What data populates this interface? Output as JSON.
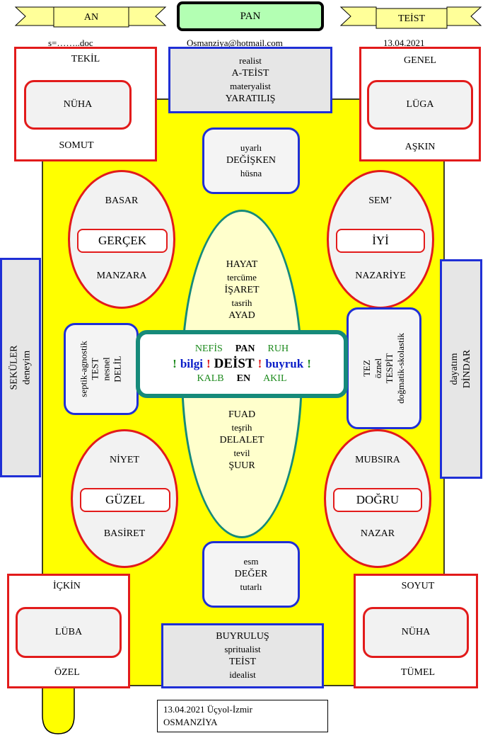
{
  "header": {
    "an": "AN",
    "pan": "PAN",
    "teist": "TEİST",
    "left_caption": "s=……..doc",
    "email": "Osmanziya@hotmail.com",
    "date": "13.04.2021"
  },
  "corners": {
    "top_left": {
      "top": "TEKİL",
      "center": "NÜHA",
      "bottom": "SOMUT"
    },
    "top_right": {
      "top": "GENEL",
      "center": "LÜGA",
      "bottom": "AŞKIN"
    },
    "bottom_left": {
      "top": "İÇKİN",
      "center": "LÜBA",
      "bottom": "ÖZEL"
    },
    "bottom_right": {
      "top": "SOYUT",
      "center": "NÜHA",
      "bottom": "TÜMEL"
    }
  },
  "top_box": [
    "realist",
    "A-TEİST",
    "materyalist",
    "YARATILIŞ"
  ],
  "bottom_box": [
    "BUYRULUŞ",
    "spritualist",
    "TEİST",
    "idealist"
  ],
  "upper_mid": [
    "uyarlı",
    "DEĞİŞKEN",
    "hüsna"
  ],
  "lower_mid": [
    "esm",
    "DEĞER",
    "tutarlı"
  ],
  "ellipses": {
    "top_left": {
      "top": "BASAR",
      "label": "GERÇEK",
      "bottom": "MANZARA"
    },
    "top_right": {
      "top": "SEM’",
      "label": "İYİ",
      "bottom": "NAZARİYE"
    },
    "bottom_left": {
      "top": "NİYET",
      "label": "GÜZEL",
      "bottom": "BASİRET"
    },
    "bottom_right": {
      "top": "MUBSIRA",
      "label": "DOĞRU",
      "bottom": "NAZAR"
    }
  },
  "oval_top": [
    "HAYAT",
    "tercüme",
    "İŞARET",
    "tasrih",
    "AYAD"
  ],
  "oval_bottom": [
    "FUAD",
    "teşrih",
    "DELALET",
    "tevil",
    "ŞUUR"
  ],
  "center": {
    "row1": [
      "NEFİS",
      "PAN",
      "RUH"
    ],
    "row2": [
      "!",
      "bilgi",
      "!",
      "DEİST",
      "!",
      "buyruk",
      "!"
    ],
    "row3": [
      "KALB",
      "EN",
      "AKIL"
    ]
  },
  "side_left_inner": [
    "septik-agnostik",
    "TEST",
    "nesnel",
    "DELİL"
  ],
  "side_right_inner": [
    "TEZ",
    "öznel",
    "TESPİT",
    "doğmatik-skolastik"
  ],
  "side_left_outer": [
    "SEKÜLER",
    "deneyim"
  ],
  "side_right_outer": [
    "dayatım",
    "DİNDAR"
  ],
  "footer": {
    "line1": "13.04.2021  Üçyol-İzmir",
    "line2": "OSMANZİYA"
  },
  "colors": {
    "red": "#e21b1b",
    "blue": "#1f2fd6",
    "yellow": "#ffff00",
    "teal": "#168a7a",
    "green": "#1d8a1d",
    "navy": "#0b1ec8"
  }
}
